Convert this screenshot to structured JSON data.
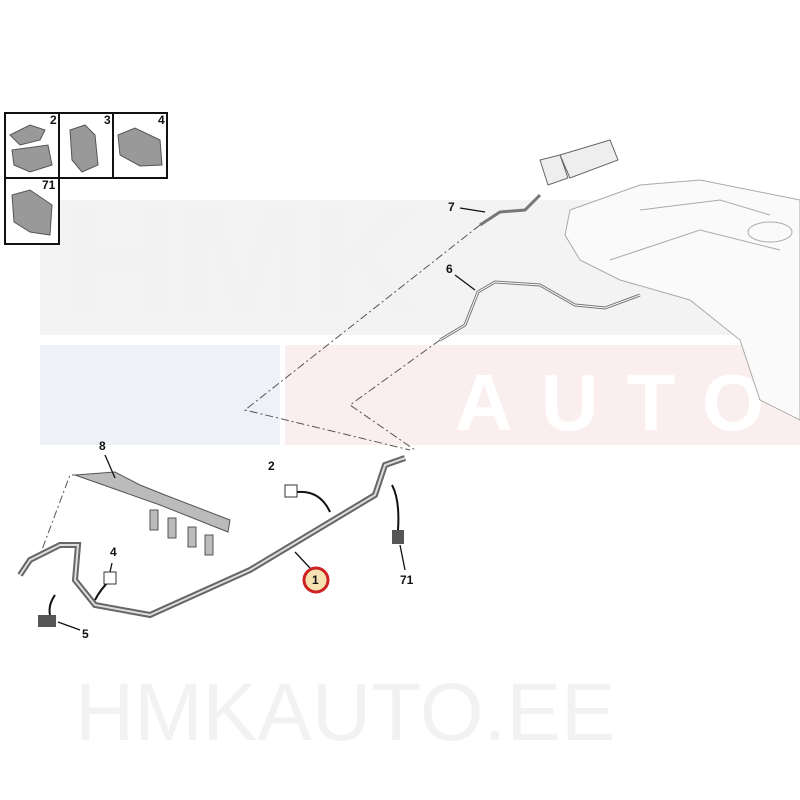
{
  "watermark": {
    "top_text": "HMK",
    "band_text": "AUTO",
    "bottom_text": "HMKAUTO.EE",
    "colors": {
      "gray": "#f1f1f1",
      "blue": "#eef1f8",
      "red": "#fbeeee"
    }
  },
  "inset": {
    "cells": [
      {
        "label": "2"
      },
      {
        "label": "3"
      },
      {
        "label": "4"
      },
      {
        "label": "71"
      }
    ]
  },
  "callouts": {
    "c1": "1",
    "c2": "2",
    "c4": "4",
    "c5": "5",
    "c6": "6",
    "c7": "7",
    "c8": "8",
    "c71": "71"
  },
  "highlight": {
    "part": "1",
    "ring_color": "#cc2222",
    "fill_color": "#f6e3b4"
  }
}
